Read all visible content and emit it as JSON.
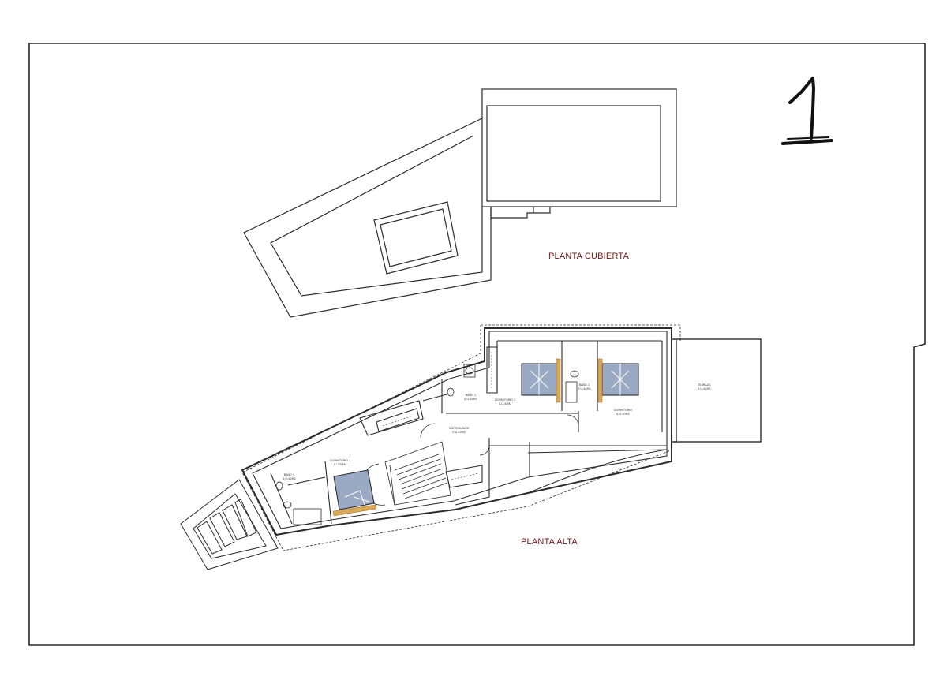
{
  "sheet": {
    "number": "1",
    "line_color": "#2b2b2b",
    "label_color": "#6e1515",
    "bed_fill_color": "#9aa9c4",
    "door_color": "#d8a858"
  },
  "labels": {
    "roof_plan": "PLANTA CUBIERTA",
    "upper_plan": "PLANTA ALTA"
  },
  "rooms": [
    {
      "id": "bath-1",
      "text": "BAÑO 1\nS.U.40M2"
    },
    {
      "id": "bedroom-2",
      "text": "DORMITORIO 2\nS.U.40M2"
    },
    {
      "id": "bath-2",
      "text": "BAÑO 2\nS.U.40M2"
    },
    {
      "id": "bedroom-main",
      "text": "DORMITORIO\nS.U.40M2"
    },
    {
      "id": "hall",
      "text": "DISTRIBUIDOR\nS.U.40M2"
    },
    {
      "id": "bedroom-3",
      "text": "DORMITORIO 3\nS.U.40M2"
    },
    {
      "id": "bath-3",
      "text": "BAÑO 3\nS.U.40M2"
    },
    {
      "id": "terrace",
      "text": "TERRAZA\nS.U.40M2"
    }
  ]
}
